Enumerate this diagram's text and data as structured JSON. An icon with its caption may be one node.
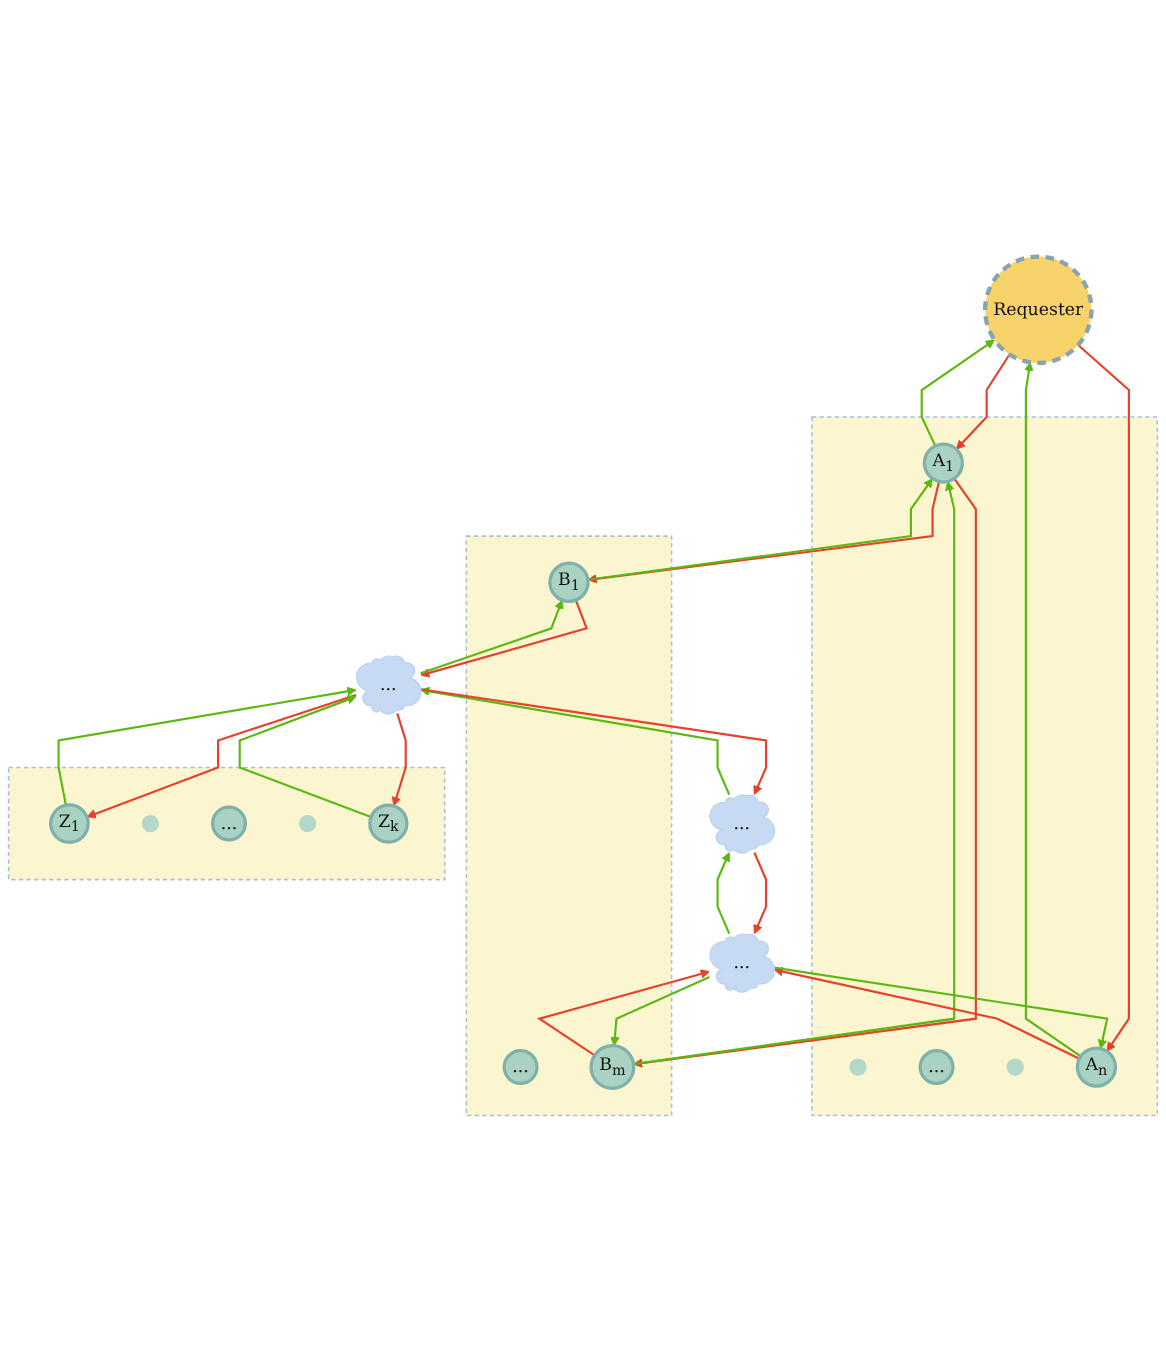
{
  "diagram": {
    "nodes": [
      {
        "text": [
          "Requester"
        ]
      },
      {
        "text": [],
        "shape": "box"
      },
      {
        "text": [
          "A$_{1}$"
        ],
        "in": 1
      },
      {
        "text": [],
        "shape": "circle",
        "in": 1
      },
      {
        "text": [
          "..."
        ],
        "in": 1
      },
      {
        "text": [],
        "shape": "circle",
        "in": 1
      },
      {
        "text": [
          "A$_{n}$"
        ],
        "in": 1
      },
      {
        "text": [],
        "shape": "box"
      },
      {
        "text": [
          "B$_{1}$"
        ],
        "in": 7
      },
      {
        "text": [
          "..."
        ],
        "in": 7
      },
      {
        "text": [
          "B$_{m}$"
        ],
        "in": 7
      },
      {
        "text": [
          "..."
        ]
      },
      {
        "text": [
          "..."
        ]
      },
      {
        "text": [
          "..."
        ]
      },
      {
        "text": [],
        "shape": "box"
      },
      {
        "text": [
          "Z$_{1}$"
        ],
        "in": 14
      },
      {
        "text": [],
        "shape": "circle",
        "in": 14
      },
      {
        "text": [
          "..."
        ],
        "in": 14
      },
      {
        "text": [],
        "shape": "circle",
        "in": 14
      },
      {
        "text": [
          "Z$_{k}$"
        ],
        "in": 14
      }
    ],
    "edges": [
      {
        "from": 0,
        "to": 2,
        "arrow": "to",
        "color": "#e8402a"
      },
      {
        "from": 0,
        "to": 6,
        "arrow": "to",
        "color": "#e8402a"
      },
      {
        "from": 2,
        "to": 0,
        "arrow": "to",
        "color": "#5cb811"
      },
      {
        "from": 6,
        "to": 0,
        "arrow": "to",
        "color": "#5cb811"
      },
      {
        "from": 2,
        "to": 8,
        "arrow": "to",
        "color": "#e8402a"
      },
      {
        "from": 2,
        "to": 10,
        "arrow": "to",
        "color": "#e8402a"
      },
      {
        "from": 8,
        "to": 2,
        "arrow": "to",
        "color": "#5cb811"
      },
      {
        "from": 10,
        "to": 2,
        "arrow": "to",
        "color": "#5cb811"
      },
      {
        "from": 6,
        "to": 11,
        "arrow": "to",
        "color": "#e8402a"
      },
      {
        "from": 11,
        "to": 6,
        "arrow": "to",
        "color": "#5cb811"
      },
      {
        "from": 11,
        "to": 10,
        "arrow": "to",
        "color": "#5cb811"
      },
      {
        "from": 10,
        "to": 11,
        "arrow": "to",
        "color": "#e8402a"
      },
      {
        "from": 8,
        "to": 12,
        "arrow": "to",
        "color": "#e8402a"
      },
      {
        "from": 12,
        "to": 8,
        "arrow": "to",
        "color": "#5cb811"
      },
      {
        "from": 11,
        "to": 13,
        "arrow": "to",
        "color": "#5cb811"
      },
      {
        "from": 13,
        "to": 11,
        "arrow": "to",
        "color": "#e8402a"
      },
      {
        "from": 13,
        "to": 12,
        "arrow": "to",
        "color": "#5cb811"
      },
      {
        "from": 12,
        "to": 13,
        "arrow": "to",
        "color": "#e8402a"
      },
      {
        "from": 12,
        "to": 15,
        "arrow": "to",
        "color": "#e8402a"
      },
      {
        "from": 12,
        "to": 19,
        "arrow": "to",
        "color": "#e8402a"
      },
      {
        "from": 15,
        "to": 12,
        "arrow": "to",
        "color": "#5cb811"
      },
      {
        "from": 19,
        "to": 12,
        "arrow": "to",
        "color": "#5cb811"
      }
    ]
  }
}
